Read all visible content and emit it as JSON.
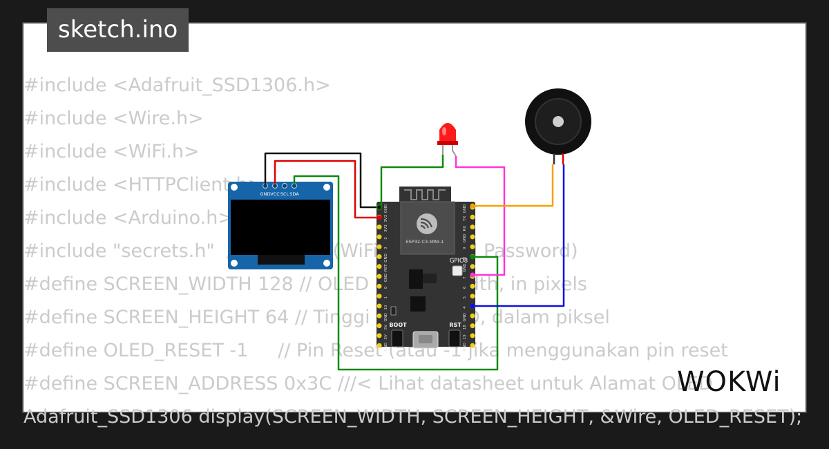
{
  "title": "sketch.ino",
  "code_lines": [
    "#include <Adafruit_SSD1306.h>",
    "#include <Wire.h>",
    "#include <WiFi.h>",
    "#include <HTTPClient.h>",
    "#include <Arduino.h>",
    "#include \"secrets.h\"  // Contains (WiFi name and Password)",
    "#define SCREEN_WIDTH 128 // OLED display width, in pixels",
    "#define SCREEN_HEIGHT 64 // Tinggi layar OLED, dalam piksel",
    "#define OLED_RESET -1     // Pin Reset (atau -1 jika menggunakan pin reset",
    "#define SCREEN_ADDRESS 0x3C ///< Lihat datasheet untuk Alamat OLED",
    "Adafruit_SSD1306 display(SCREEN_WIDTH, SCREEN_HEIGHT, &Wire, OLED_RESET);"
  ],
  "oled": {
    "pins": [
      "GND",
      "VCC",
      "SCL",
      "SDA"
    ]
  },
  "esp32": {
    "module_label": "ESP32-C3-MINI-1",
    "gpio_label": "GPIO8",
    "boot_label": "BOOT",
    "rst_label": "RST",
    "left_pins": [
      "GND",
      "3V3",
      "3V3",
      "2",
      "3",
      "GND",
      "RST",
      "GND",
      "0",
      "1",
      "10",
      "GND",
      "5V",
      "5V",
      "GND"
    ],
    "right_pins": [
      "GND",
      "TX",
      "RX",
      "GND",
      "9",
      "8",
      "GND",
      "7",
      "6",
      "5",
      "4",
      "GND",
      "18",
      "19",
      "GND"
    ]
  },
  "logo_text": "WOKWi",
  "colors": {
    "background": "#1a1a1a",
    "card": "#ffffff",
    "tab": "#4d4d4d",
    "code_text": "#cbcbcb",
    "wire_black": "#111111",
    "wire_red": "#e00000",
    "wire_green": "#0a8a0a",
    "wire_orange": "#f5a100",
    "wire_pink": "#ff33dd",
    "wire_blue": "#1010dd",
    "oled_board": "#1565a8",
    "esp_board": "#333333",
    "pin_yellow": "#f2d11b",
    "led_red": "#ff1a1a"
  },
  "icons": [
    "led-icon",
    "buzzer-icon",
    "espressif-logo-icon"
  ]
}
